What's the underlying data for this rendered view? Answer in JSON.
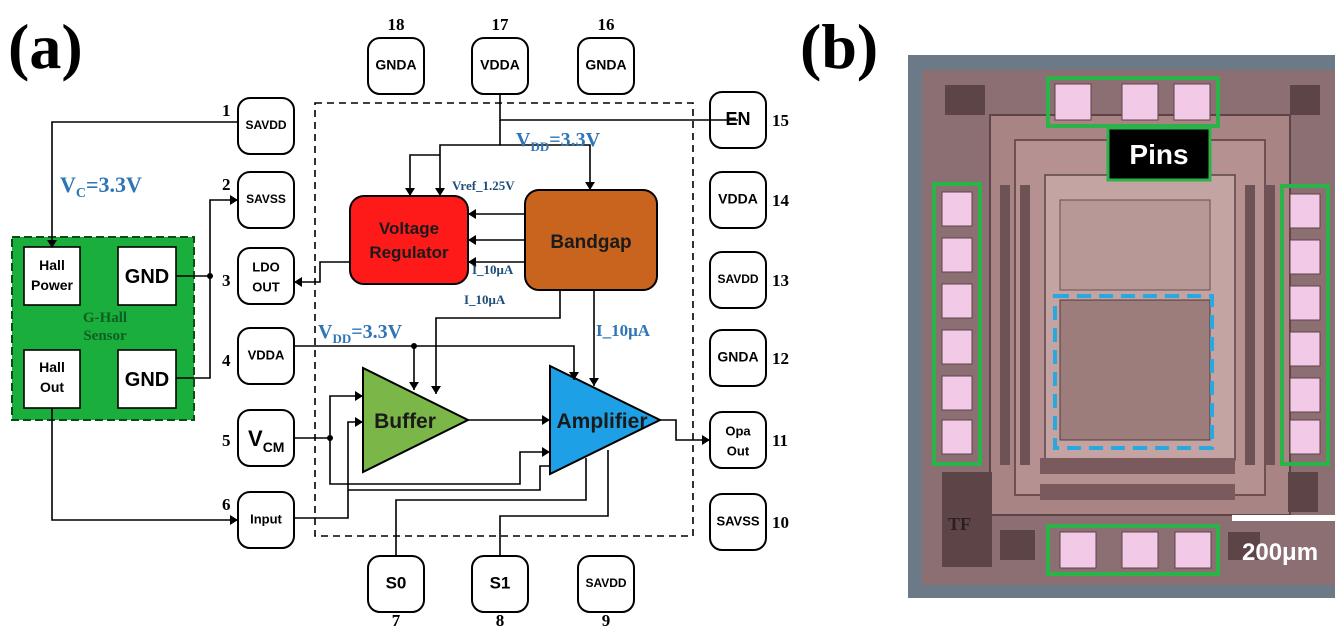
{
  "panel_a_label": "(a)",
  "panel_b_label": "(b)",
  "pins": {
    "p1": {
      "num": "1",
      "label": "SAVDD"
    },
    "p2": {
      "num": "2",
      "label": "SAVSS"
    },
    "p3": {
      "num": "3",
      "label_line1": "LDO",
      "label_line2": "OUT"
    },
    "p4": {
      "num": "4",
      "label": "VDDA"
    },
    "p5": {
      "num": "5",
      "label": "V",
      "label_sub": "CM"
    },
    "p6": {
      "num": "6",
      "label": "Input"
    },
    "p7": {
      "num": "7",
      "label": "S0"
    },
    "p8": {
      "num": "8",
      "label": "S1"
    },
    "p9": {
      "num": "9",
      "label": "SAVDD"
    },
    "p10": {
      "num": "10",
      "label": "SAVSS"
    },
    "p11": {
      "num": "11",
      "label_line1": "Opa",
      "label_line2": "Out"
    },
    "p12": {
      "num": "12",
      "label": "GNDA"
    },
    "p13": {
      "num": "13",
      "label": "SAVDD"
    },
    "p14": {
      "num": "14",
      "label": "VDDA"
    },
    "p15": {
      "num": "15",
      "label": "EN"
    },
    "p16": {
      "num": "16",
      "label": "GNDA"
    },
    "p17": {
      "num": "17",
      "label": "VDDA"
    },
    "p18": {
      "num": "18",
      "label": "GNDA"
    }
  },
  "sensor": {
    "title_line1": "G-Hall",
    "title_line2": "Sensor",
    "hall_power_line1": "Hall",
    "hall_power_line2": "Power",
    "hall_out_line1": "Hall",
    "hall_out_line2": "Out",
    "gnd1": "GND",
    "gnd2": "GND",
    "vc": "V",
    "vc_sub": "C",
    "vc_value": "=3.3V"
  },
  "blocks": {
    "regulator_line1": "Voltage",
    "regulator_line2": "Regulator",
    "bandgap": "Bandgap",
    "buffer": "Buffer",
    "amplifier": "Amplifier"
  },
  "annotations": {
    "vdd_top": "V",
    "vdd_top_sub": "DD",
    "vdd_top_value": "=3.3V",
    "vdd_mid": "V",
    "vdd_mid_sub": "DD",
    "vdd_mid_value": "=3.3V",
    "vref": "Vref_1.25V",
    "i10_a": "I_10μA",
    "i10_b": "I_10μA",
    "i10_c": "I_10μA"
  },
  "chip": {
    "pins_label": "Pins",
    "scale_label": "200μm",
    "tf_label": "TF"
  },
  "colors": {
    "sensor_green": "#1aae3c",
    "regulator_red": "#ff1a1a",
    "bandgap_orange": "#c8641e",
    "buffer_green": "#7ab648",
    "amplifier_blue": "#1ea0e6",
    "annotation_blue": "#2e75b6",
    "chip_pink": "#b58a8a",
    "pad_pink": "#f3c9e8",
    "highlight_green": "#2bb34a",
    "highlight_cyan": "#29a8e0"
  }
}
